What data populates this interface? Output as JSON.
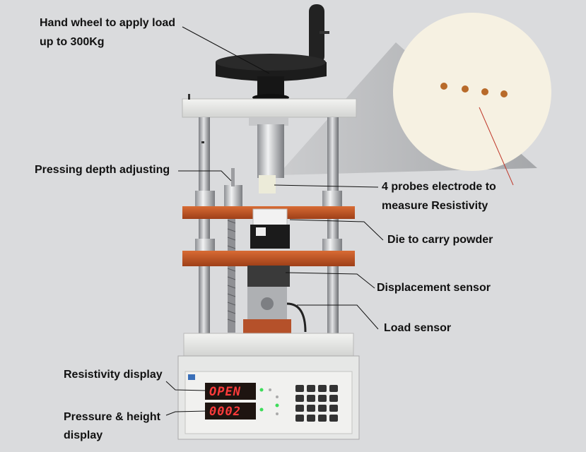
{
  "labels": {
    "hand_wheel_line1": "Hand wheel to apply load",
    "hand_wheel_line2": "up to 300Kg",
    "pressing_depth": "Pressing depth adjusting",
    "probes_line1": "4 probes electrode to",
    "probes_line2": "measure Resistivity",
    "die": "Die to carry powder",
    "displacement": "Displacement sensor",
    "load_sensor": "Load sensor",
    "resistivity_display": "Resistivity display",
    "pressure_line1": "Pressure & height",
    "pressure_line2": "display"
  },
  "displays": {
    "upper": "OPEN",
    "lower": "0002"
  },
  "colors": {
    "background": "#dadbdd",
    "plate_orange": "#c4582a",
    "display_red": "#ff3b3b",
    "indicator_green": "#3ddc5a",
    "probe_dot": "#b86a2a"
  }
}
